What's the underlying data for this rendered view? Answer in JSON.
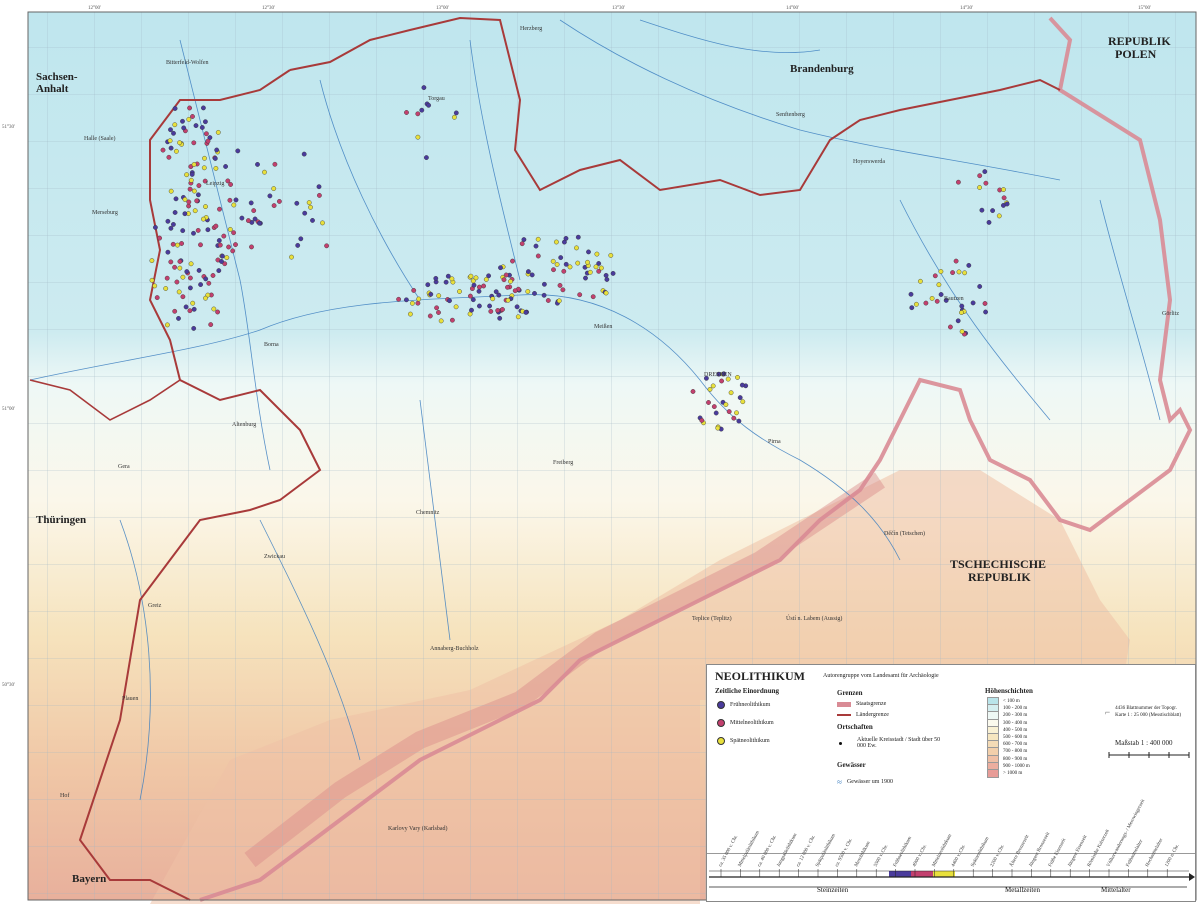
{
  "map": {
    "regions": {
      "brandenburg": "Brandenburg",
      "sachsen_anhalt": "Sachsen-\nAnhalt",
      "thueringen": "Thüringen",
      "bayern": "Bayern",
      "polen": "REPUBLIK\nPOLEN",
      "tschechien": "TSCHECHISCHE\nREPUBLIK"
    },
    "cities": [
      "Bitterfeld-Wolfen",
      "Halle (Saale)",
      "Merseburg",
      "Leipzig",
      "Torgau",
      "Borna",
      "Altenburg",
      "Gera",
      "Greiz",
      "Plauen",
      "Hof",
      "Zwickau",
      "Chemnitz",
      "Freiberg",
      "Meißen",
      "DRESDEN",
      "Pirna",
      "Hoyerswerda",
      "Senftenberg",
      "Görlitz",
      "Bautzen",
      "Děčín (Tetschen)",
      "Teplice (Teplitz)",
      "Ústí n. Labem (Aussig)",
      "Annaberg-Buchholz",
      "Karlovy Vary (Karlsbad)",
      "Herzberg"
    ],
    "coordinates": [
      "12°00'",
      "12°30'",
      "13°00'",
      "13°30'",
      "14°00'",
      "14°30'",
      "15°00'",
      "51°30'",
      "51°00'",
      "50°30'"
    ]
  },
  "legend": {
    "title": "NEOLITHIKUM",
    "authors": "Autorengruppe vom Landesamt für Archäologie",
    "chronology_title": "Zeitliche Einordnung",
    "periods": [
      {
        "label": "Frühneolithikum",
        "color": "#4a3b9c"
      },
      {
        "label": "Mittelneolithikum",
        "color": "#c2406e"
      },
      {
        "label": "Spätneolithikum",
        "color": "#e8e03c"
      }
    ],
    "borders_title": "Grenzen",
    "borders": [
      {
        "label": "Staatsgrenze",
        "color": "#d98b95"
      },
      {
        "label": "Ländergrenze",
        "color": "#a83a3a"
      }
    ],
    "places_title": "Ortschaften",
    "places_item": "Aktuelle Kreisstadt / Stadt über 50 000 Ew.",
    "waters_title": "Gewässer",
    "waters_item": "Gewässer um 1900",
    "elevation_title": "Höhenschichten",
    "elevation": [
      {
        "label": "< 100 m",
        "color": "#b9e4ea"
      },
      {
        "label": "100 - 200 m",
        "color": "#d4eef0"
      },
      {
        "label": "200 - 300 m",
        "color": "#eef8f5"
      },
      {
        "label": "300 - 400 m",
        "color": "#fbfaee"
      },
      {
        "label": "400 - 500 m",
        "color": "#f9f1d4"
      },
      {
        "label": "500 - 600 m",
        "color": "#f6e6c0"
      },
      {
        "label": "600 - 700 m",
        "color": "#f4dbb6"
      },
      {
        "label": "700 - 800 m",
        "color": "#f2cfab"
      },
      {
        "label": "800 - 900 m",
        "color": "#efbfa5"
      },
      {
        "label": "900 - 1000 m",
        "color": "#ecae9f"
      },
      {
        "label": "> 1000 m",
        "color": "#e79c97"
      }
    ],
    "sheet_note": "4436 Blattnummer der Topogr. Karte 1 : 25 000 (Messtischblatt)",
    "scale": "Maßstab 1 : 400 000",
    "timeline": {
      "eras": [
        "Steinzeiten",
        "Metallzeiten",
        "Mittelalter"
      ],
      "labels": [
        "ca. 35 000 v. Chr.",
        "Mittelpaläolithikum",
        "ca. 40 000 v. Chr.",
        "Jungpaläolithikum",
        "ca. 12 000 v. Chr.",
        "Spätpaläolithikum",
        "ca. 9500 v. Chr.",
        "Mesolithikum",
        "5500 v. Chr.",
        "Frühneolithikum",
        "4900 v. Chr.",
        "Mittelneolithikum",
        "4400 v. Chr.",
        "Spätneolithikum",
        "2200 v. Chr.",
        "Ältere Bronzezeit",
        "Jüngere Bronzezeit",
        "Frühe Eisenzeit",
        "Jüngere Eisenzeit",
        "Römische Kaiserzeit",
        "Völkerwanderungs- / Merowingerzeit",
        "Frühmittelalter",
        "Hochmittelalter",
        "1200 n. Chr."
      ]
    }
  }
}
